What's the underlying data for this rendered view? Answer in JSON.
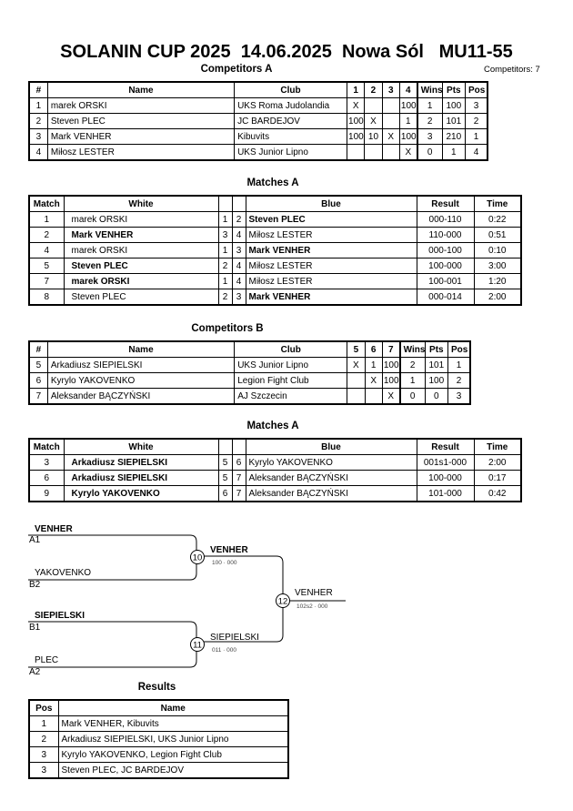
{
  "header": {
    "title": "SOLANIN CUP 2025  14.06.2025  Nowa Sól   MU11-55",
    "competitors_note": "Competitors: 7"
  },
  "competitors_a": {
    "title": "Competitors A",
    "headers": [
      "#",
      "Name",
      "Club",
      "1",
      "2",
      "3",
      "4",
      "Wins",
      "Pts",
      "Pos"
    ],
    "rows": [
      [
        "1",
        "marek ORSKI",
        "UKS Roma Judolandia",
        "X",
        "",
        "",
        "100",
        "1",
        "100",
        "3"
      ],
      [
        "2",
        "Steven PLEC",
        "JC BARDEJOV",
        "100",
        "X",
        "",
        "1",
        "2",
        "101",
        "2"
      ],
      [
        "3",
        "Mark VENHER",
        "Kibuvits",
        "100",
        "10",
        "X",
        "100",
        "3",
        "210",
        "1"
      ],
      [
        "4",
        "Miłosz LESTER",
        "UKS Junior Lipno",
        "",
        "",
        "",
        "X",
        "0",
        "1",
        "4"
      ]
    ]
  },
  "matches_a": {
    "title": "Matches A",
    "headers": [
      "Match",
      "White",
      "",
      "",
      "Blue",
      "Result",
      "Time"
    ],
    "rows": [
      [
        "1",
        "marek ORSKI",
        "1",
        "2",
        "Steven PLEC",
        "000-110",
        "0:22"
      ],
      [
        "2",
        "Mark VENHER",
        "3",
        "4",
        "Miłosz LESTER",
        "110-000",
        "0:51"
      ],
      [
        "4",
        "marek ORSKI",
        "1",
        "3",
        "Mark VENHER",
        "000-100",
        "0:10"
      ],
      [
        "5",
        "Steven PLEC",
        "2",
        "4",
        "Miłosz LESTER",
        "100-000",
        "3:00"
      ],
      [
        "7",
        "marek ORSKI",
        "1",
        "4",
        "Miłosz LESTER",
        "100-001",
        "1:20"
      ],
      [
        "8",
        "Steven PLEC",
        "2",
        "3",
        "Mark VENHER",
        "000-014",
        "2:00"
      ]
    ],
    "winner_side": [
      "blue",
      "white",
      "blue",
      "white",
      "white",
      "blue"
    ]
  },
  "competitors_b": {
    "title": "Competitors B",
    "headers": [
      "#",
      "Name",
      "Club",
      "5",
      "6",
      "7",
      "Wins",
      "Pts",
      "Pos"
    ],
    "rows": [
      [
        "5",
        "Arkadiusz SIEPIELSKI",
        "UKS Junior Lipno",
        "X",
        "1",
        "100",
        "2",
        "101",
        "1"
      ],
      [
        "6",
        "Kyrylo YAKOVENKO",
        "Legion Fight Club",
        "",
        "X",
        "100",
        "1",
        "100",
        "2"
      ],
      [
        "7",
        "Aleksander BĄCZYŃSKI",
        "AJ Szczecin",
        "",
        "",
        "X",
        "0",
        "0",
        "3"
      ]
    ]
  },
  "matches_b": {
    "title": "Matches A",
    "headers": [
      "Match",
      "White",
      "",
      "",
      "Blue",
      "Result",
      "Time"
    ],
    "rows": [
      [
        "3",
        "Arkadiusz SIEPIELSKI",
        "5",
        "6",
        "Kyrylo YAKOVENKO",
        "001s1-000",
        "2:00"
      ],
      [
        "6",
        "Arkadiusz SIEPIELSKI",
        "5",
        "7",
        "Aleksander BĄCZYŃSKI",
        "100-000",
        "0:17"
      ],
      [
        "9",
        "Kyrylo YAKOVENKO",
        "6",
        "7",
        "Aleksander BĄCZYŃSKI",
        "101-000",
        "0:42"
      ]
    ],
    "winner_side": [
      "white",
      "white",
      "white"
    ]
  },
  "bracket": {
    "m10": {
      "num": "10",
      "top_name": "VENHER",
      "top_seed": "A1",
      "bottom_name": "YAKOVENKO",
      "bottom_seed": "B2",
      "winner": "VENHER",
      "score": "100 · 000"
    },
    "m11": {
      "num": "11",
      "top_name": "SIEPIELSKI",
      "top_seed": "B1",
      "bottom_name": "PLEC",
      "bottom_seed": "A2",
      "winner": "SIEPIELSKI",
      "score": "011 · 000"
    },
    "m12": {
      "num": "12",
      "winner": "VENHER",
      "score": "102s2 · 000"
    }
  },
  "results": {
    "title": "Results",
    "headers": [
      "Pos",
      "Name"
    ],
    "rows": [
      [
        "1",
        "Mark VENHER, Kibuvits"
      ],
      [
        "2",
        "Arkadiusz SIEPIELSKI, UKS Junior Lipno"
      ],
      [
        "3",
        "Kyrylo YAKOVENKO, Legion Fight Club"
      ],
      [
        "3",
        "Steven PLEC, JC BARDEJOV"
      ]
    ]
  }
}
